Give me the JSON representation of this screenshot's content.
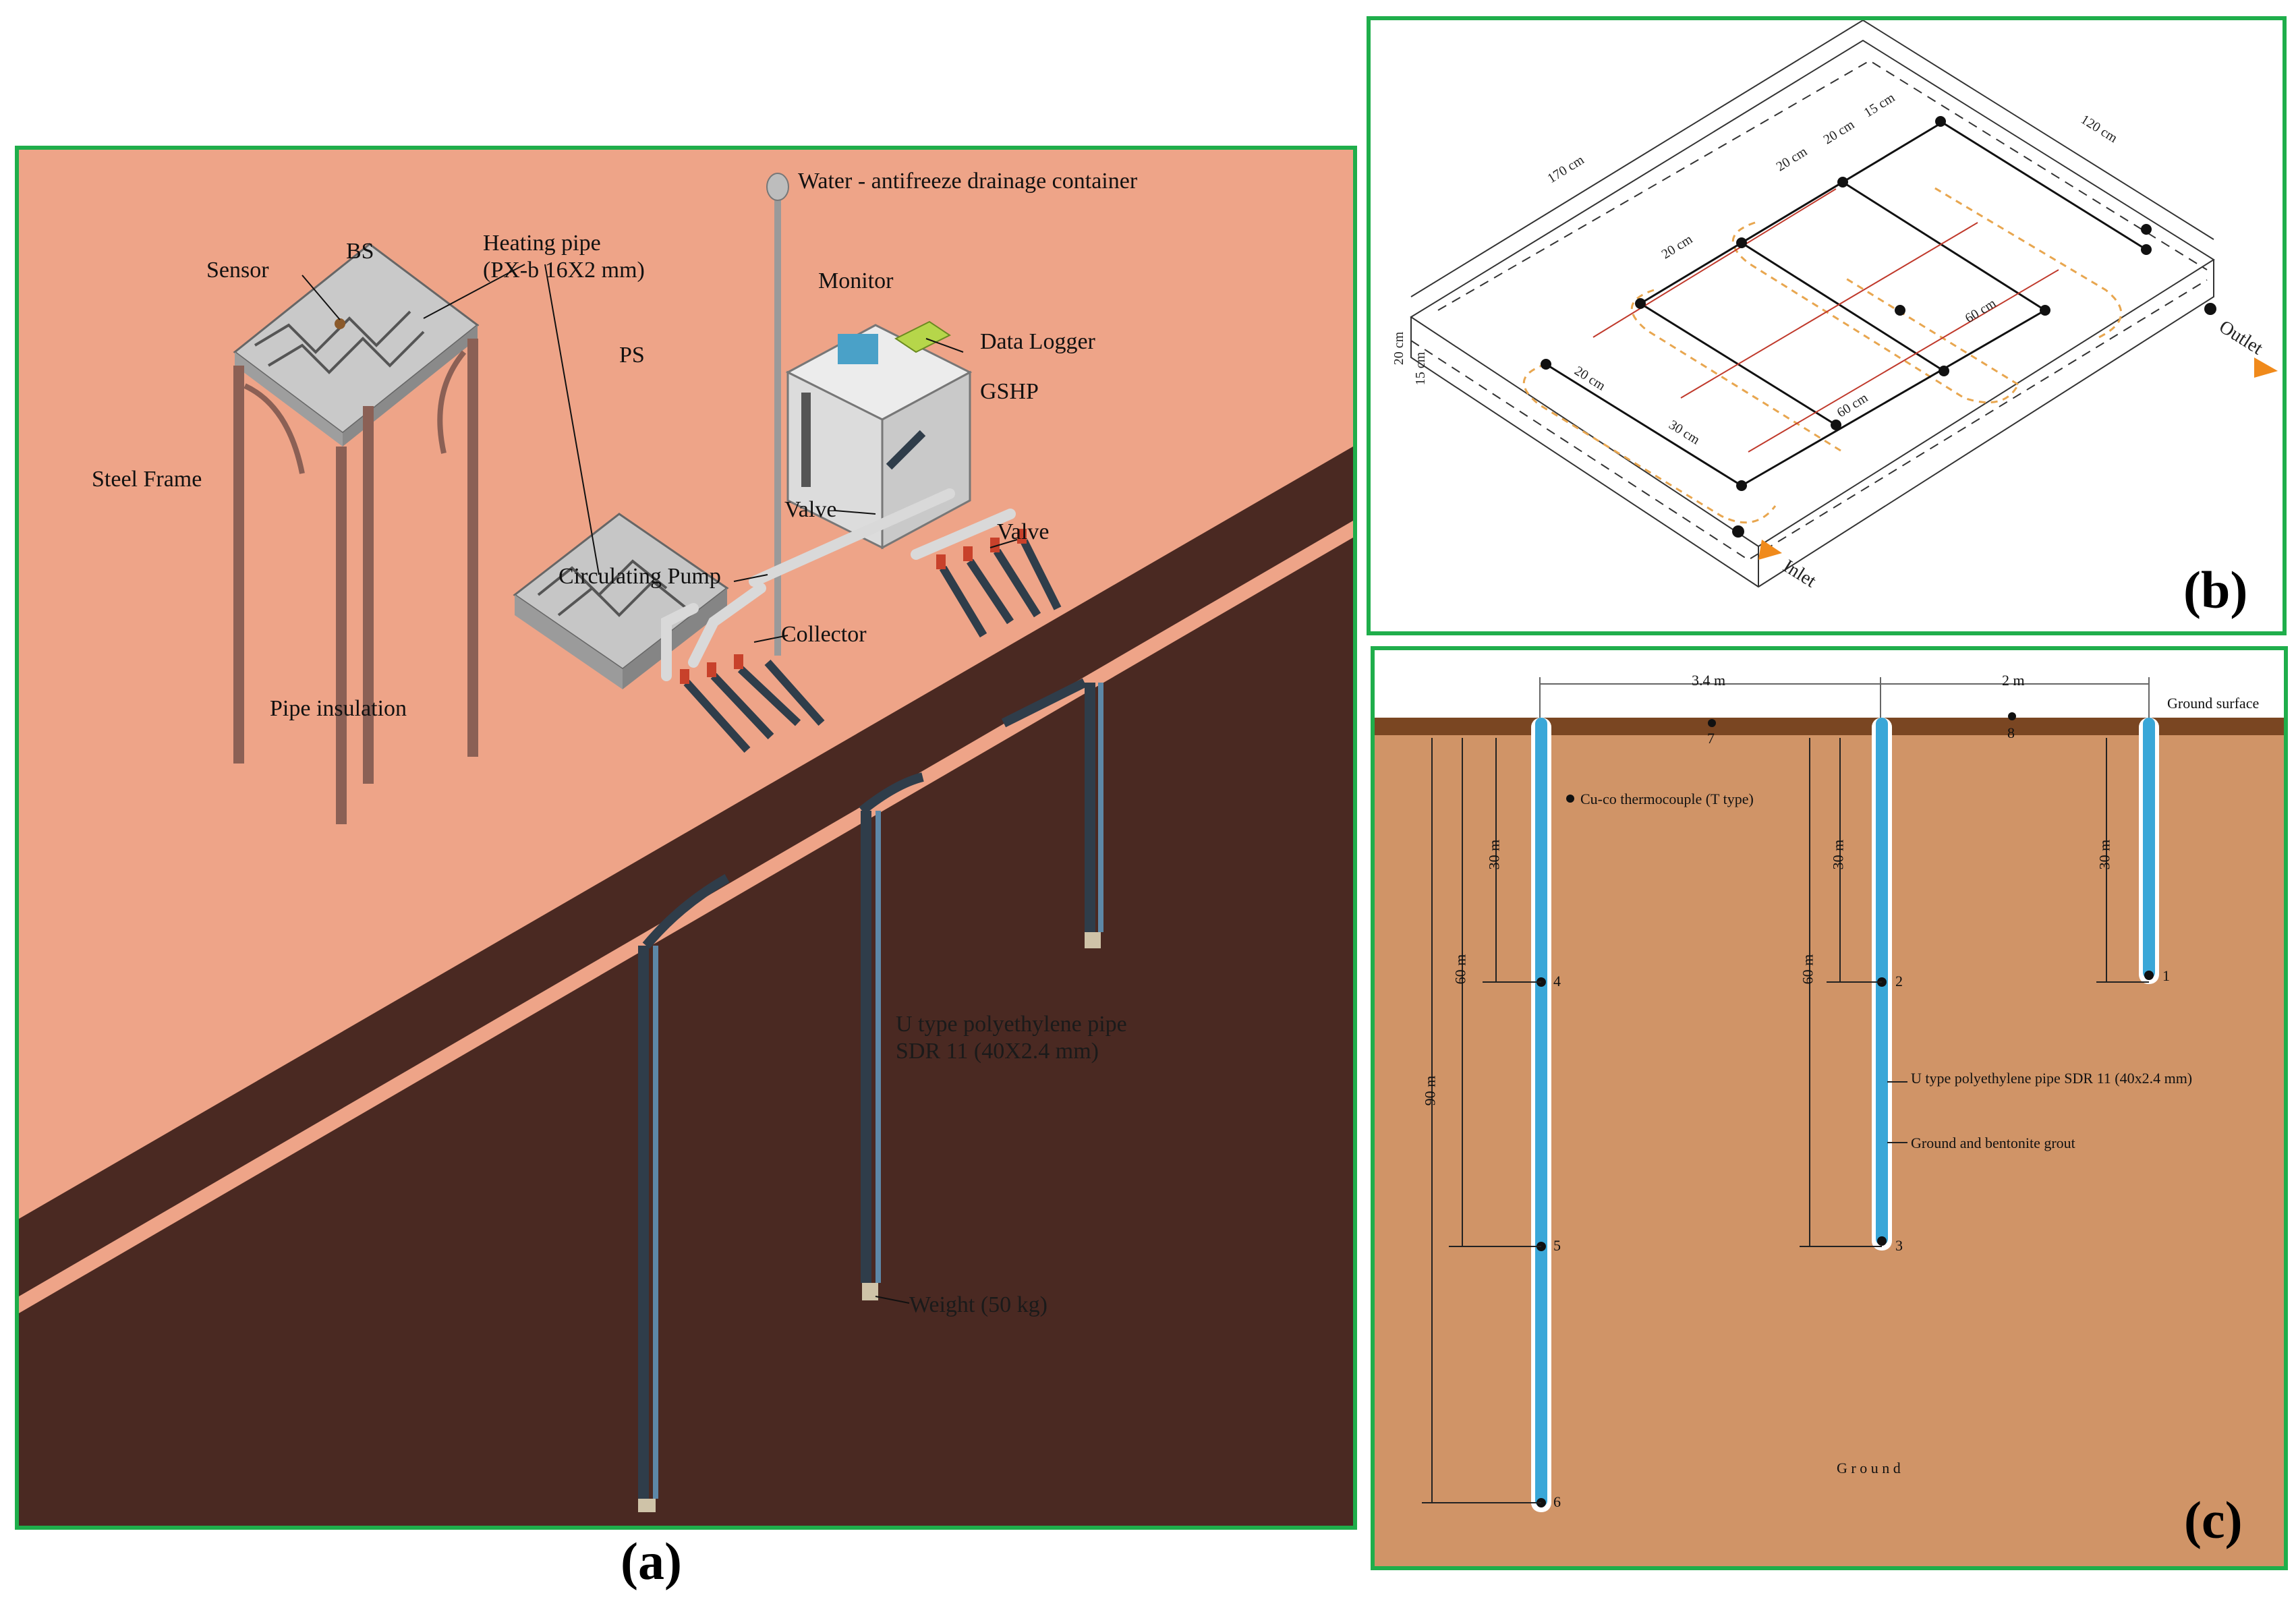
{
  "panel_a": {
    "letter": "(a)",
    "labels": {
      "water_container": "Water - antifreeze drainage container",
      "sensor": "Sensor",
      "bs": "BS",
      "heating_pipe_line1": "Heating  pipe",
      "heating_pipe_line2": "(PX-b 16X2 mm)",
      "monitor": "Monitor",
      "data_logger": "Data Logger",
      "gshp": "GSHP",
      "ps": "PS",
      "steel_frame": "Steel Frame",
      "valve_left": "Valve",
      "valve_right": "Valve",
      "circulating_pump": "Circulating Pump",
      "collector": "Collector",
      "pipe_insulation": "Pipe insulation",
      "u_pipe_line1": "U type polyethylene pipe",
      "u_pipe_line2": "SDR 11 (40X2.4 mm)",
      "weight": "Weight (50 kg)"
    }
  },
  "panel_b": {
    "letter": "(b)",
    "labels": {
      "len_170": "170 cm",
      "len_120": "120 cm",
      "d20a": "20 cm",
      "d20b": "20 cm",
      "d15": "15 cm",
      "d20c": "20 cm",
      "d20d": "20 cm",
      "d60a": "60 cm",
      "d60b": "60 cm",
      "d30": "30 cm",
      "h20": "20 cm",
      "h15": "15 cm",
      "outlet": "Outlet",
      "inlet": "Inlet"
    }
  },
  "panel_c": {
    "letter": "(c)",
    "labels": {
      "spacing_34": "3.4 m",
      "spacing_2": "2 m",
      "ground_surface": "Ground surface",
      "thermocouple": "Cu-co thermocouple (T type)",
      "d30_left": "30 m",
      "d60_left": "60 m",
      "d90_left": "90 m",
      "d30_mid": "30 m",
      "d60_mid": "60 m",
      "d30_right": "30 m",
      "u_pipe": "U type polyethylene pipe SDR 11 (40x2.4 mm)",
      "grout": "Ground and bentonite grout",
      "ground": "G r o u n d",
      "n1": "1",
      "n2": "2",
      "n3": "3",
      "n4": "4",
      "n5": "5",
      "n6": "6",
      "n7": "7",
      "n8": "8"
    }
  },
  "colors": {
    "frame_border": "#1fae4b",
    "surface_salmon": "#eea488",
    "underground_brown": "#4a2922",
    "soil_tan": "#d09467",
    "ground_surface_brown": "#7a4622",
    "pipe_blue": "#3aa7d8"
  }
}
